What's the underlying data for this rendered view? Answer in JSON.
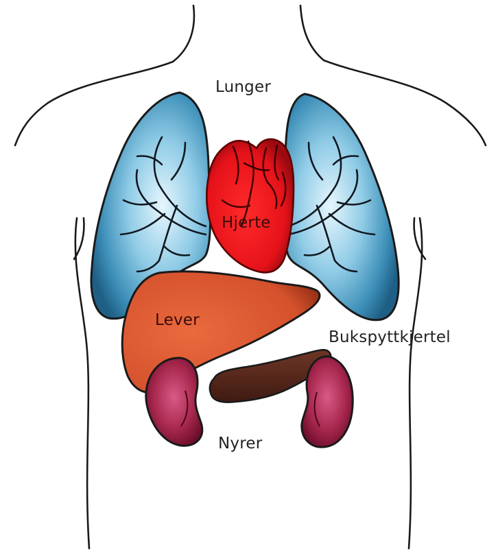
{
  "labels": {
    "lunger": "Lunger",
    "hjerte": "Hjerte",
    "lever": "Lever",
    "bukspyttkjertel": "Bukspyttkjertel",
    "nyrer": "Nyrer"
  },
  "colors": {
    "outline": "#1a1a1a",
    "lung_fill": "#3d8fb8",
    "lung_light": "#d8f0fb",
    "heart_fill": "#e8141a",
    "liver_fill": "#dd5a32",
    "pancreas_fill": "#5a2a1e",
    "kidney_fill": "#a8284e"
  }
}
